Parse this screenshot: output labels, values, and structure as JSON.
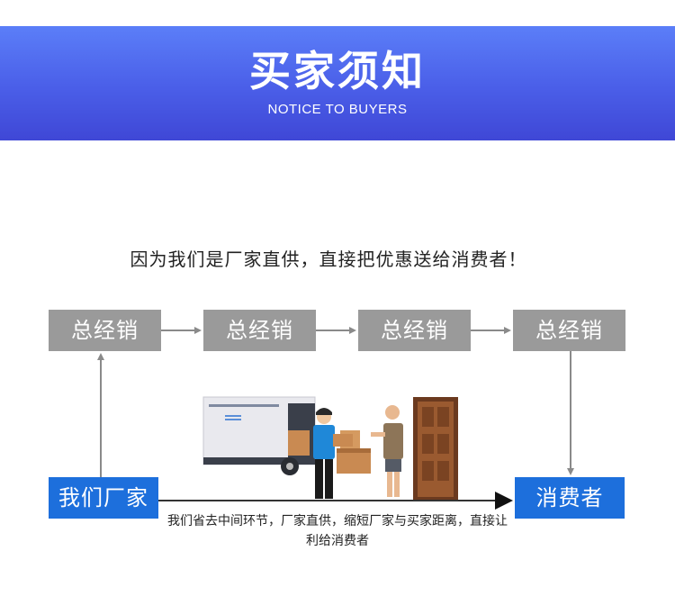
{
  "banner": {
    "title": "买家须知",
    "subtitle": "NOTICE TO BUYERS"
  },
  "slogan": "因为我们是厂家直供，直接把优惠送给消费者！",
  "flow": {
    "distributors": [
      "总经销",
      "总经销",
      "总经销",
      "总经销"
    ],
    "factory": "我们厂家",
    "consumer": "消费者"
  },
  "note": "我们省去中间环节，厂家直供，缩短厂家与买家距离，直接让利给消费者",
  "colors": {
    "banner": "#4a5ee8",
    "gray_box": "#9a9a9a",
    "blue_box": "#1d6fdc"
  }
}
